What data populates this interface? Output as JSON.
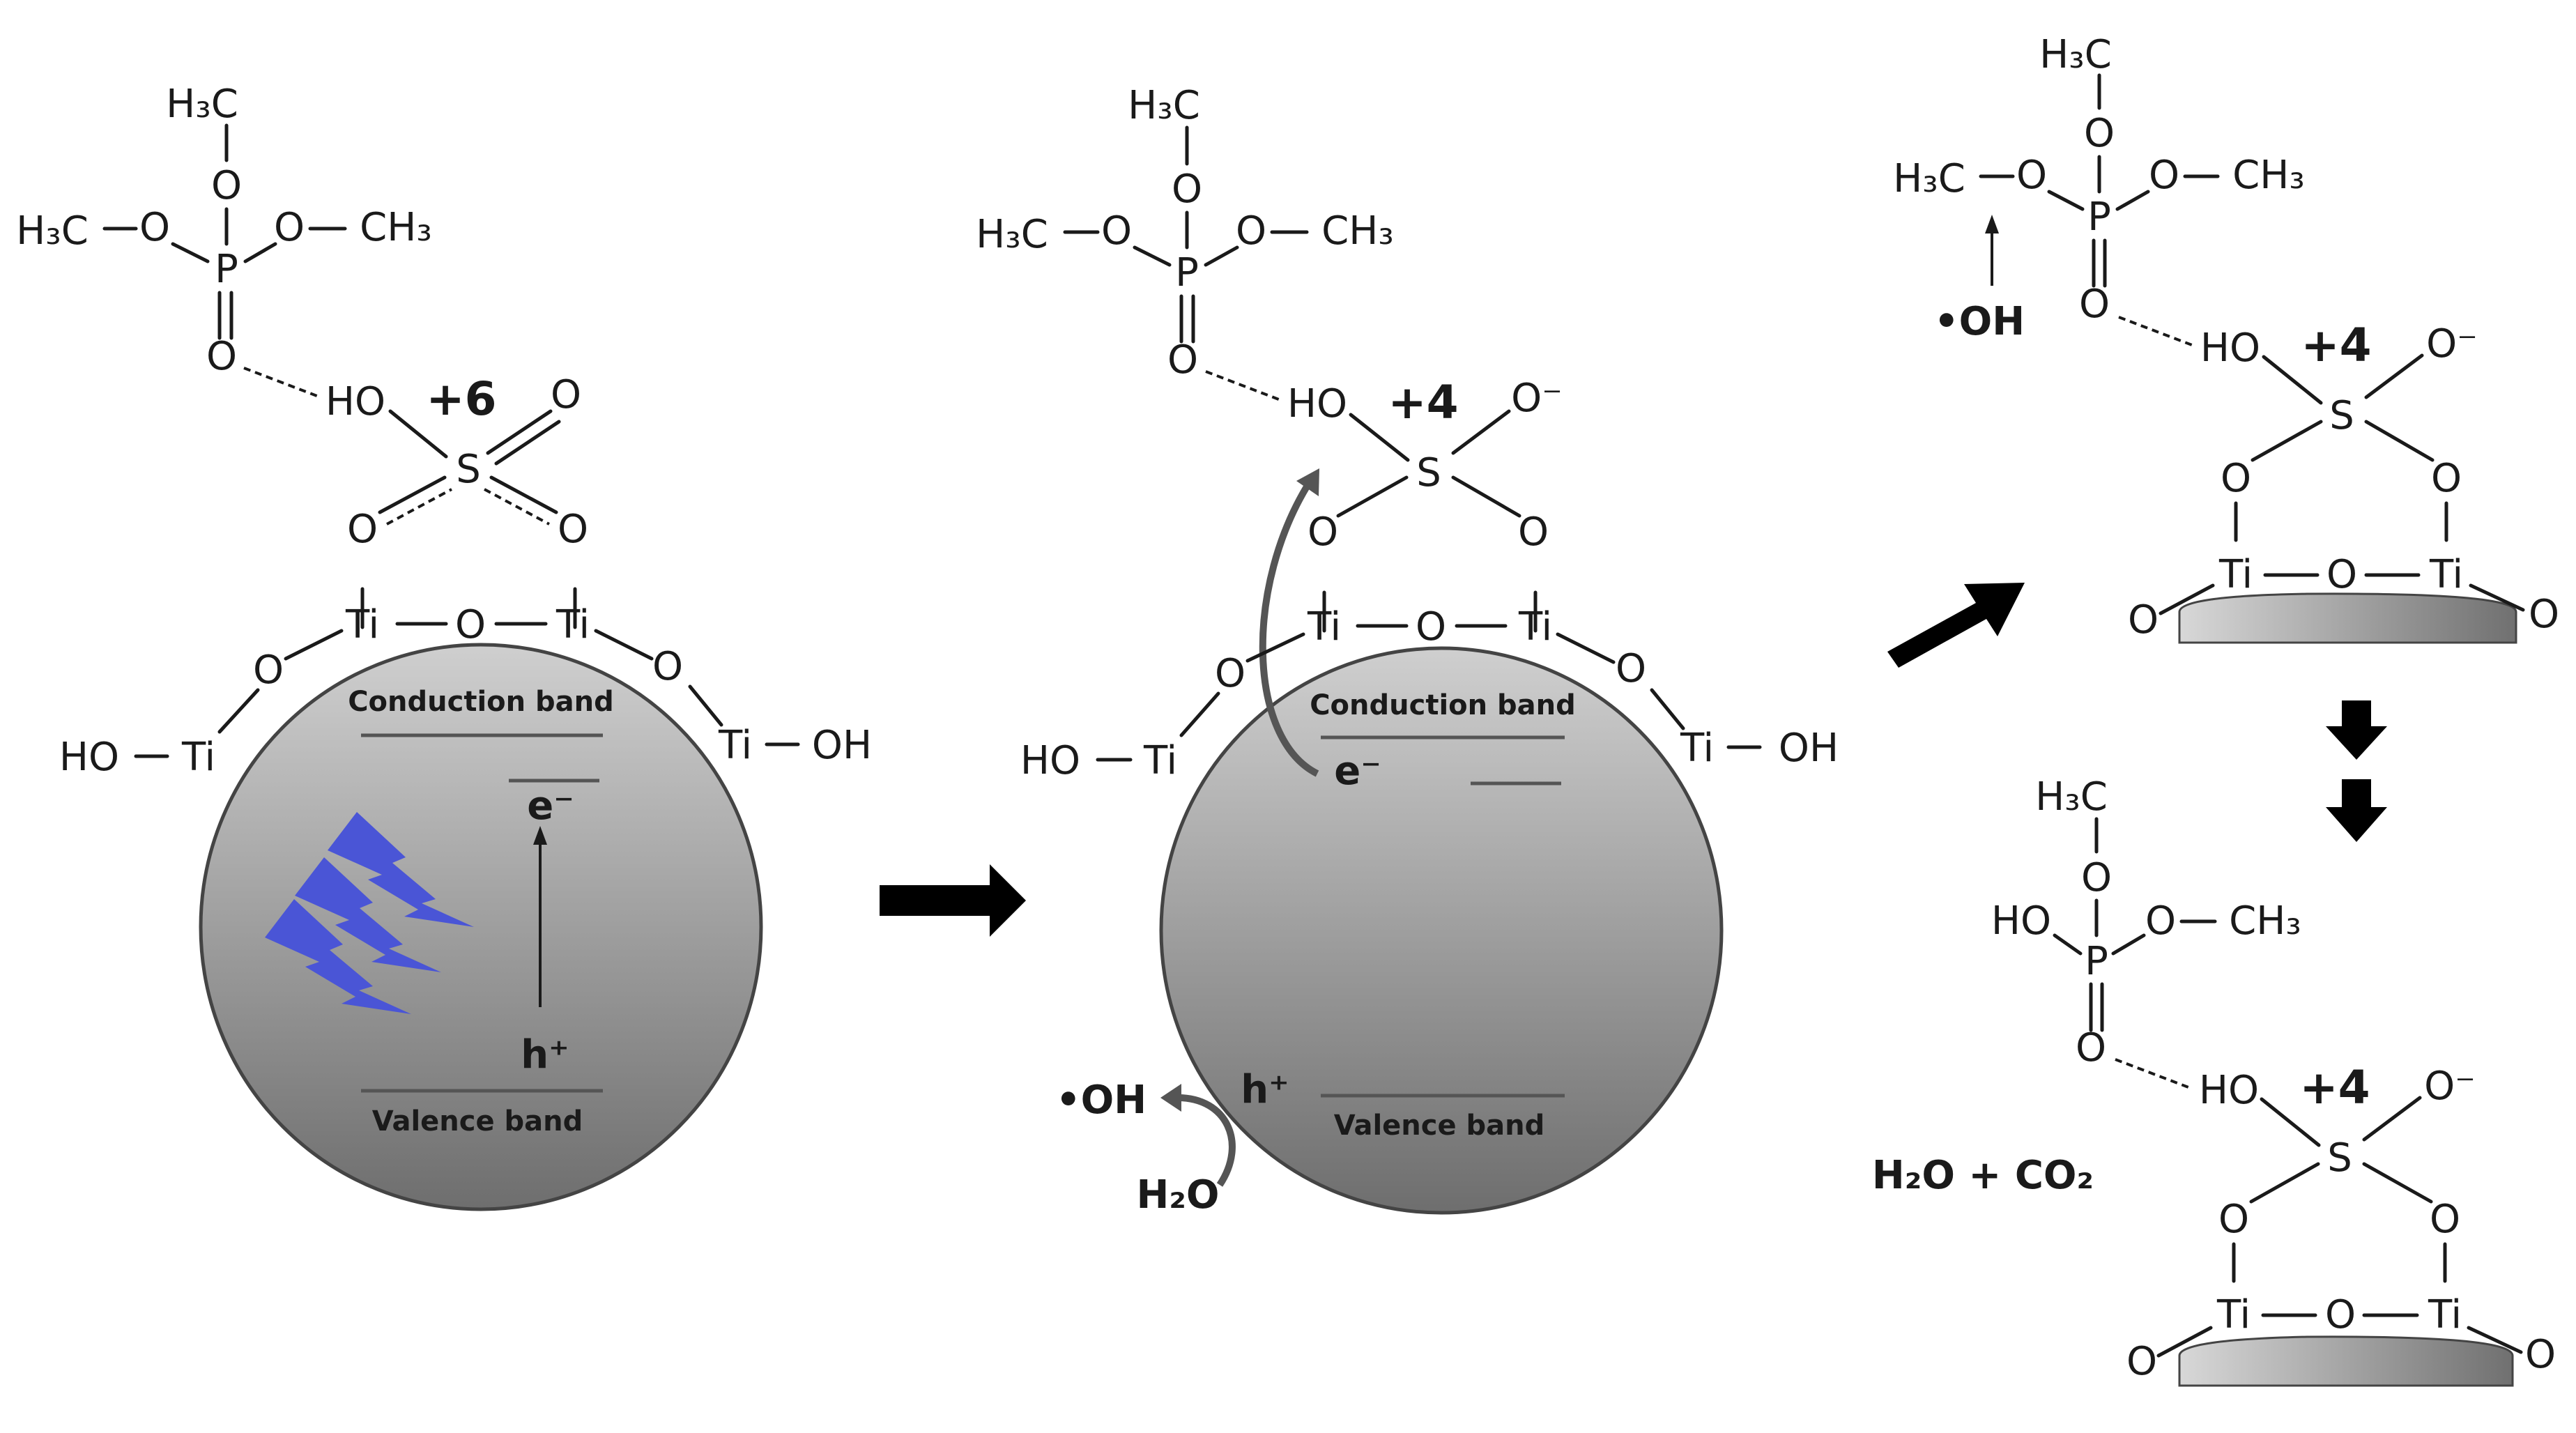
{
  "atoms": {
    "h3c": "H₃C",
    "ch3": "CH₃",
    "o": "O",
    "p": "P",
    "s": "S",
    "ti": "Ti",
    "ho": "HO",
    "oh": "OH",
    "o_minus": "O⁻"
  },
  "oxidation_states": {
    "initial": "+6",
    "reduced": "+4"
  },
  "bands": {
    "conduction": "Conduction band",
    "valence": "Valence band"
  },
  "carriers": {
    "electron": "e⁻",
    "hole": "h⁺"
  },
  "species": {
    "hydroxyl_radical": "•OH",
    "water": "H₂O"
  },
  "products": {
    "final": "H₂O + CO₂"
  },
  "icons": {
    "light": "lightning-bolts-icon",
    "arrow_right": "arrow-right-icon",
    "arrow_diag": "arrow-diagonal-icon",
    "arrow_down": "arrow-down-icon"
  },
  "colors": {
    "lightning": "#4a55d6",
    "particle_top": "#c8c8c8",
    "particle_bottom": "#707070",
    "arrows": "#000000"
  }
}
